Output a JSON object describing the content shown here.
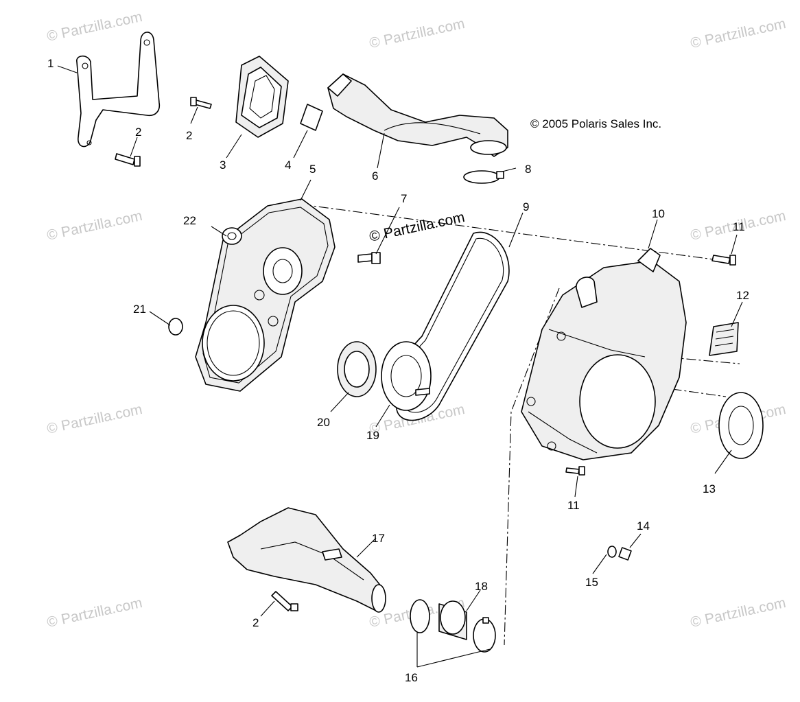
{
  "copyright": "© 2005 Polaris Sales Inc.",
  "watermarks": [
    "© Partzilla.com",
    "© Partzilla.com",
    "© Partzilla.com",
    "© Partzilla.com",
    "© Partzilla.com",
    "© Partzilla.com",
    "© Partzilla.com",
    "© Partzilla.com",
    "© Partzilla.com",
    "© Partzilla.com",
    "© Partzilla.com"
  ],
  "center_watermark": "© Partzilla.com",
  "callouts": {
    "c1": "1",
    "c2a": "2",
    "c2b": "2",
    "c2c": "2",
    "c3": "3",
    "c4": "4",
    "c5": "5",
    "c6": "6",
    "c7": "7",
    "c8": "8",
    "c9": "9",
    "c10": "10",
    "c11a": "11",
    "c11b": "11",
    "c12": "12",
    "c13": "13",
    "c14": "14",
    "c15": "15",
    "c16": "16",
    "c17": "17",
    "c18": "18",
    "c19": "19",
    "c20": "20",
    "c21": "21",
    "c22": "22"
  },
  "colors": {
    "line": "#000000",
    "watermark": "#c8c8c8",
    "background": "#ffffff"
  }
}
